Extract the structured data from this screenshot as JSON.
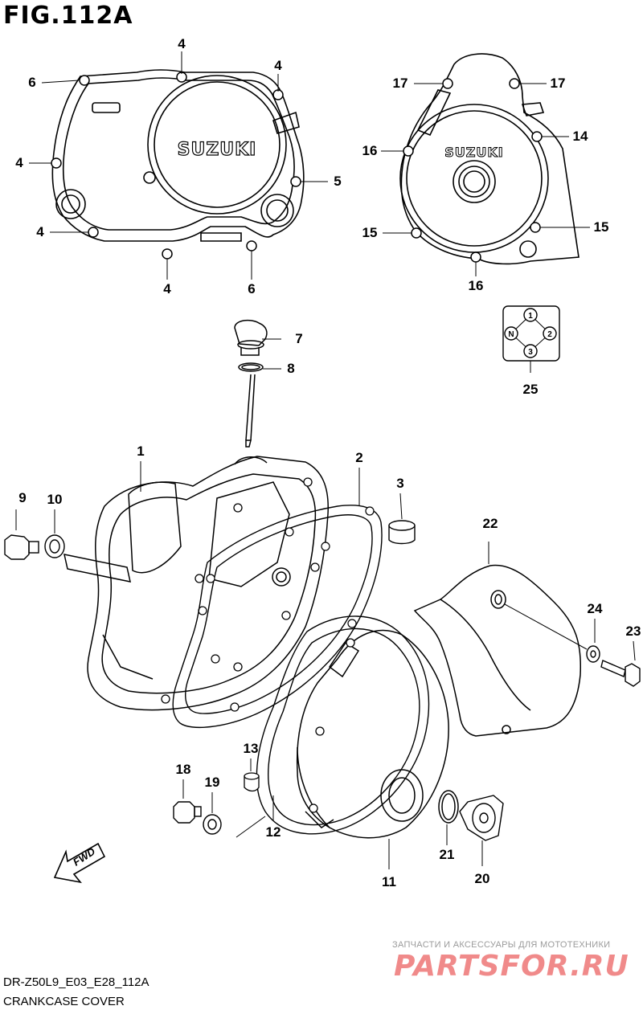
{
  "figure": {
    "title": "FIG.112A",
    "model_code": "DR-Z50L9_E03_E28_112A",
    "group_name": "CRANKCASE COVER"
  },
  "cover_logos": {
    "clutch_cover": "SUZUKI",
    "magneto_cover": "SUZUKI"
  },
  "direction_arrow": "FWD",
  "indicator_legend": [
    "1",
    "2",
    "3",
    "N"
  ],
  "callouts": [
    {
      "id": "c-4a",
      "label": "4"
    },
    {
      "id": "c-4b",
      "label": "4"
    },
    {
      "id": "c-6a",
      "label": "6"
    },
    {
      "id": "c-4c",
      "label": "4"
    },
    {
      "id": "c-5",
      "label": "5"
    },
    {
      "id": "c-4d",
      "label": "4"
    },
    {
      "id": "c-4e",
      "label": "4"
    },
    {
      "id": "c-6b",
      "label": "6"
    },
    {
      "id": "c-17a",
      "label": "17"
    },
    {
      "id": "c-17b",
      "label": "17"
    },
    {
      "id": "c-16a",
      "label": "16"
    },
    {
      "id": "c-14",
      "label": "14"
    },
    {
      "id": "c-15a",
      "label": "15"
    },
    {
      "id": "c-15b",
      "label": "15"
    },
    {
      "id": "c-16b",
      "label": "16"
    },
    {
      "id": "c-7",
      "label": "7"
    },
    {
      "id": "c-8",
      "label": "8"
    },
    {
      "id": "c-25",
      "label": "25"
    },
    {
      "id": "c-1",
      "label": "1"
    },
    {
      "id": "c-2",
      "label": "2"
    },
    {
      "id": "c-3",
      "label": "3"
    },
    {
      "id": "c-9",
      "label": "9"
    },
    {
      "id": "c-10",
      "label": "10"
    },
    {
      "id": "c-22",
      "label": "22"
    },
    {
      "id": "c-24",
      "label": "24"
    },
    {
      "id": "c-23",
      "label": "23"
    },
    {
      "id": "c-13",
      "label": "13"
    },
    {
      "id": "c-18",
      "label": "18"
    },
    {
      "id": "c-19",
      "label": "19"
    },
    {
      "id": "c-12",
      "label": "12"
    },
    {
      "id": "c-21",
      "label": "21"
    },
    {
      "id": "c-11",
      "label": "11"
    },
    {
      "id": "c-20",
      "label": "20"
    }
  ],
  "watermark": {
    "tagline": "ЗАПЧАСТИ И АКСЕССУАРЫ ДЛЯ МОТОТЕХНИКИ",
    "brand": "PARTSFOR.RU"
  }
}
